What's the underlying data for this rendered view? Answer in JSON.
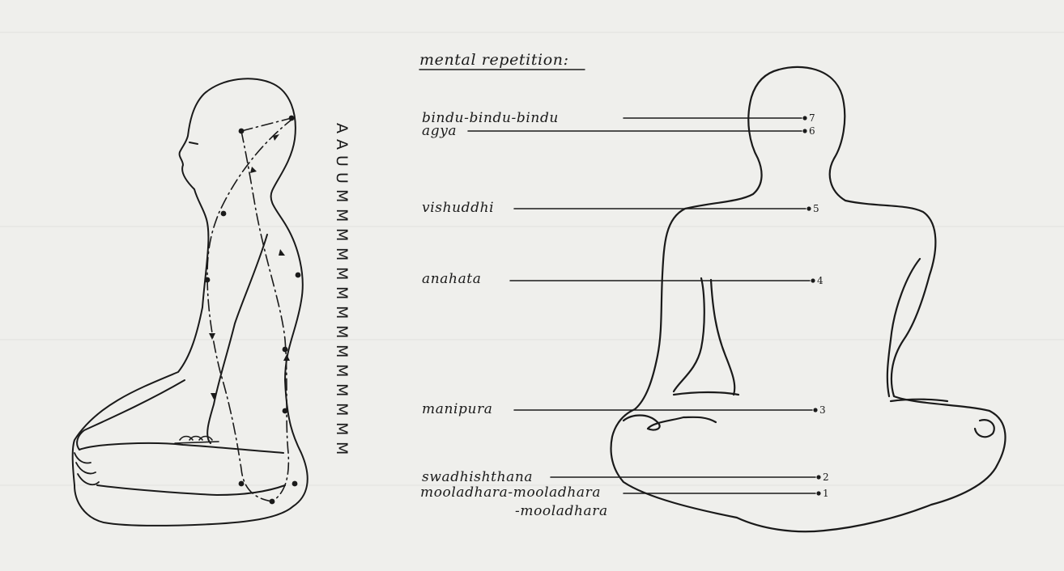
{
  "heading": "mental repetition:",
  "chakras": [
    {
      "name": "bindu-bindu-bindu",
      "number": "7"
    },
    {
      "name": "agya",
      "number": "6"
    },
    {
      "name": "vishuddhi",
      "number": "5"
    },
    {
      "name": "anahata",
      "number": "4"
    },
    {
      "name": "manipura",
      "number": "3"
    },
    {
      "name": "swadhishthana",
      "number": "2"
    },
    {
      "name": "mooladhara-mooladhara",
      "number": "1"
    },
    {
      "name": "-mooladhara",
      "number": ""
    }
  ],
  "sound_letters": [
    "A",
    "A",
    "U",
    "U",
    "M",
    "M",
    "M",
    "M",
    "M",
    "M",
    "M",
    "M",
    "M",
    "M",
    "M",
    "M",
    "M",
    "M"
  ],
  "colors": {
    "paper": "#efefec",
    "ink": "#1a1a1a"
  }
}
